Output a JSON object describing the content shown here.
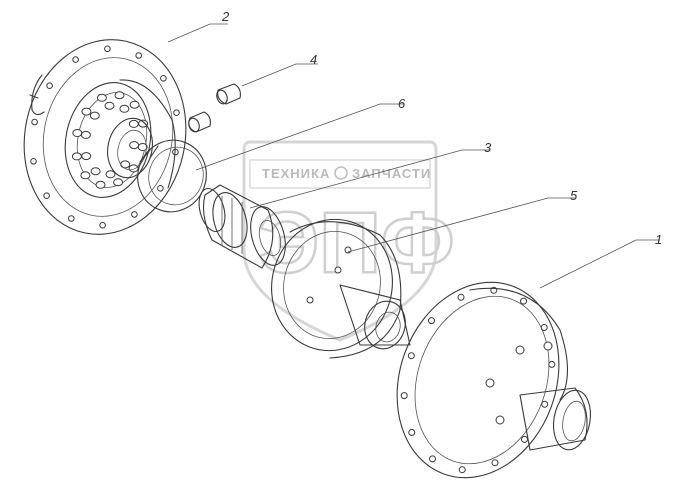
{
  "watermark": {
    "word_left": "ТЕХНИКА",
    "word_right": "ЗАПЧАСТИ",
    "letters": "ЭПФ"
  },
  "callouts": [
    {
      "id": "1",
      "text": "1"
    },
    {
      "id": "2",
      "text": "2"
    },
    {
      "id": "3",
      "text": "3"
    },
    {
      "id": "4",
      "text": "4"
    },
    {
      "id": "5",
      "text": "5"
    },
    {
      "id": "6",
      "text": "6"
    }
  ]
}
